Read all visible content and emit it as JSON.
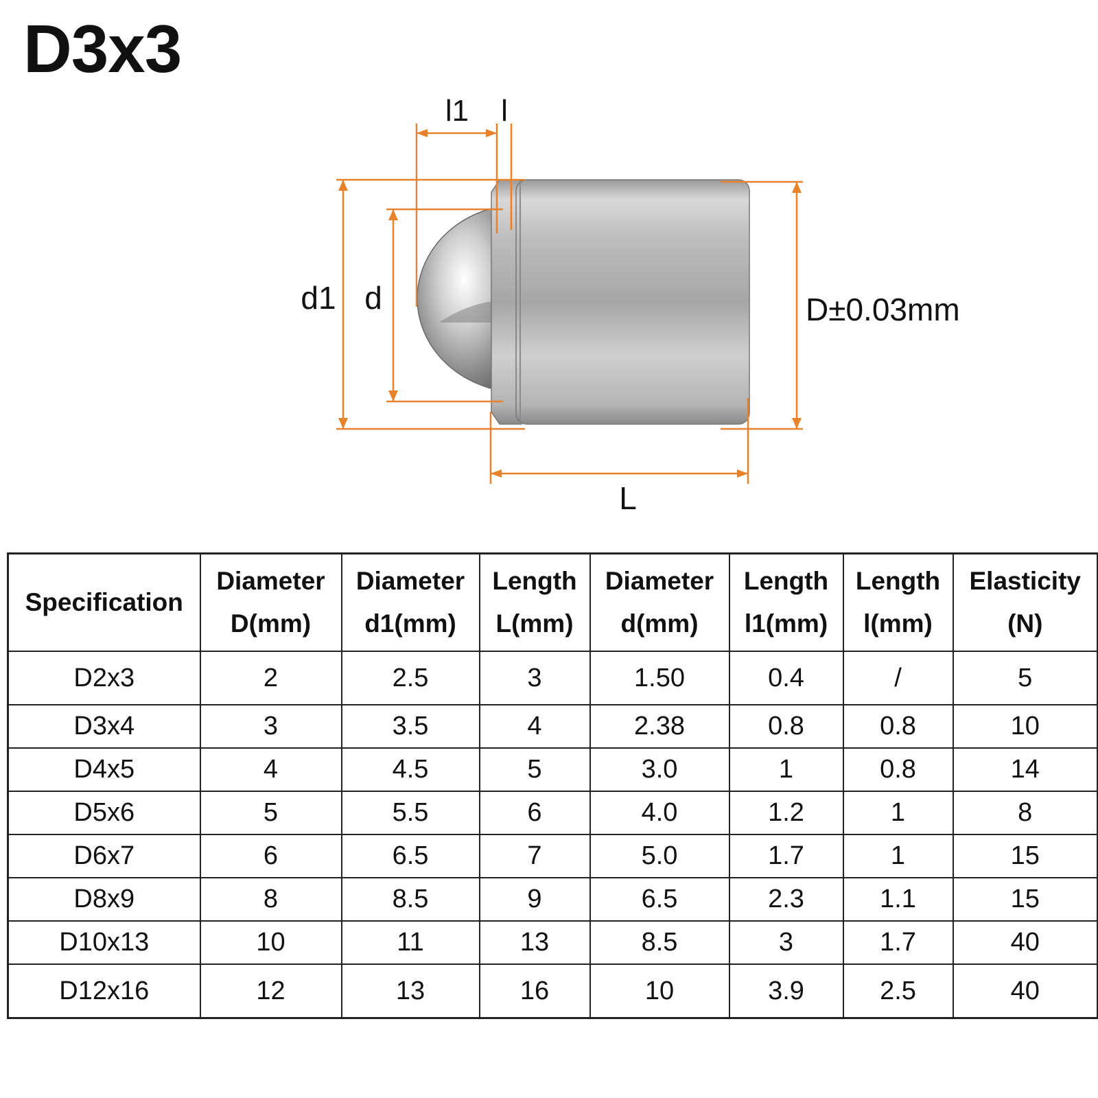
{
  "title": "D3x3",
  "diagram": {
    "label_l1": "l1",
    "label_l": "l",
    "label_d1": "d1",
    "label_d": "d",
    "label_D": "D±0.03mm",
    "label_L": "L",
    "dimension_color": "#e8822a",
    "body_color": "#c9c9c9"
  },
  "table": {
    "headers": [
      {
        "line1": "Specification",
        "line2": ""
      },
      {
        "line1": "Diameter",
        "line2": "D(mm)"
      },
      {
        "line1": "Diameter",
        "line2": "d1(mm)"
      },
      {
        "line1": "Length",
        "line2": "L(mm)"
      },
      {
        "line1": "Diameter",
        "line2": "d(mm)"
      },
      {
        "line1": "Length",
        "line2": "l1(mm)"
      },
      {
        "line1": "Length",
        "line2": "l(mm)"
      },
      {
        "line1": "Elasticity",
        "line2": "(N)"
      }
    ],
    "rows": [
      [
        "D2x3",
        "2",
        "2.5",
        "3",
        "1.50",
        "0.4",
        "/",
        "5"
      ],
      [
        "D3x4",
        "3",
        "3.5",
        "4",
        "2.38",
        "0.8",
        "0.8",
        "10"
      ],
      [
        "D4x5",
        "4",
        "4.5",
        "5",
        "3.0",
        "1",
        "0.8",
        "14"
      ],
      [
        "D5x6",
        "5",
        "5.5",
        "6",
        "4.0",
        "1.2",
        "1",
        "8"
      ],
      [
        "D6x7",
        "6",
        "6.5",
        "7",
        "5.0",
        "1.7",
        "1",
        "15"
      ],
      [
        "D8x9",
        "8",
        "8.5",
        "9",
        "6.5",
        "2.3",
        "1.1",
        "15"
      ],
      [
        "D10x13",
        "10",
        "11",
        "13",
        "8.5",
        "3",
        "1.7",
        "40"
      ],
      [
        "D12x16",
        "12",
        "13",
        "16",
        "10",
        "3.9",
        "2.5",
        "40"
      ]
    ]
  }
}
